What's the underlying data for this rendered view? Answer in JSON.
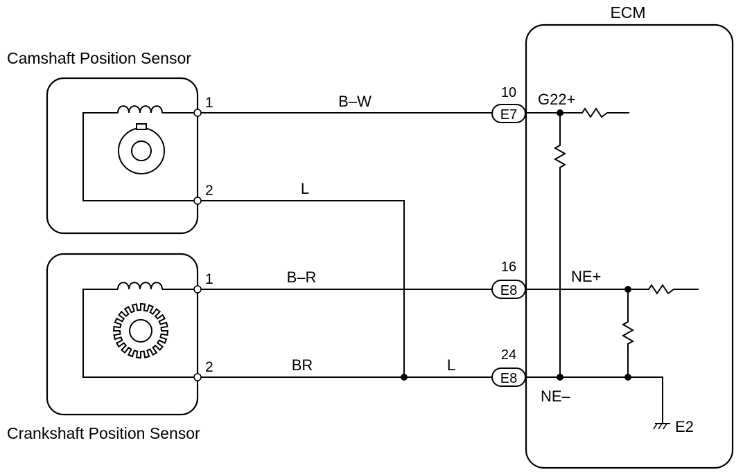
{
  "ecm": {
    "title": "ECM"
  },
  "cam_sensor": {
    "title": "Camshaft Position Sensor",
    "pin1": "1",
    "pin2": "2"
  },
  "crank_sensor": {
    "title": "Crankshaft Position Sensor",
    "pin1": "1",
    "pin2": "2"
  },
  "wires": {
    "bw": "B–W",
    "l_top": "L",
    "br_dash": "B–R",
    "br": "BR",
    "l_bottom": "L"
  },
  "connectors": [
    {
      "pin": "10",
      "name": "E7"
    },
    {
      "pin": "16",
      "name": "E8"
    },
    {
      "pin": "24",
      "name": "E8"
    }
  ],
  "ecm_pins": {
    "g22": "G22+",
    "ne_plus": "NE+",
    "ne_minus": "NE–",
    "e2": "E2"
  }
}
